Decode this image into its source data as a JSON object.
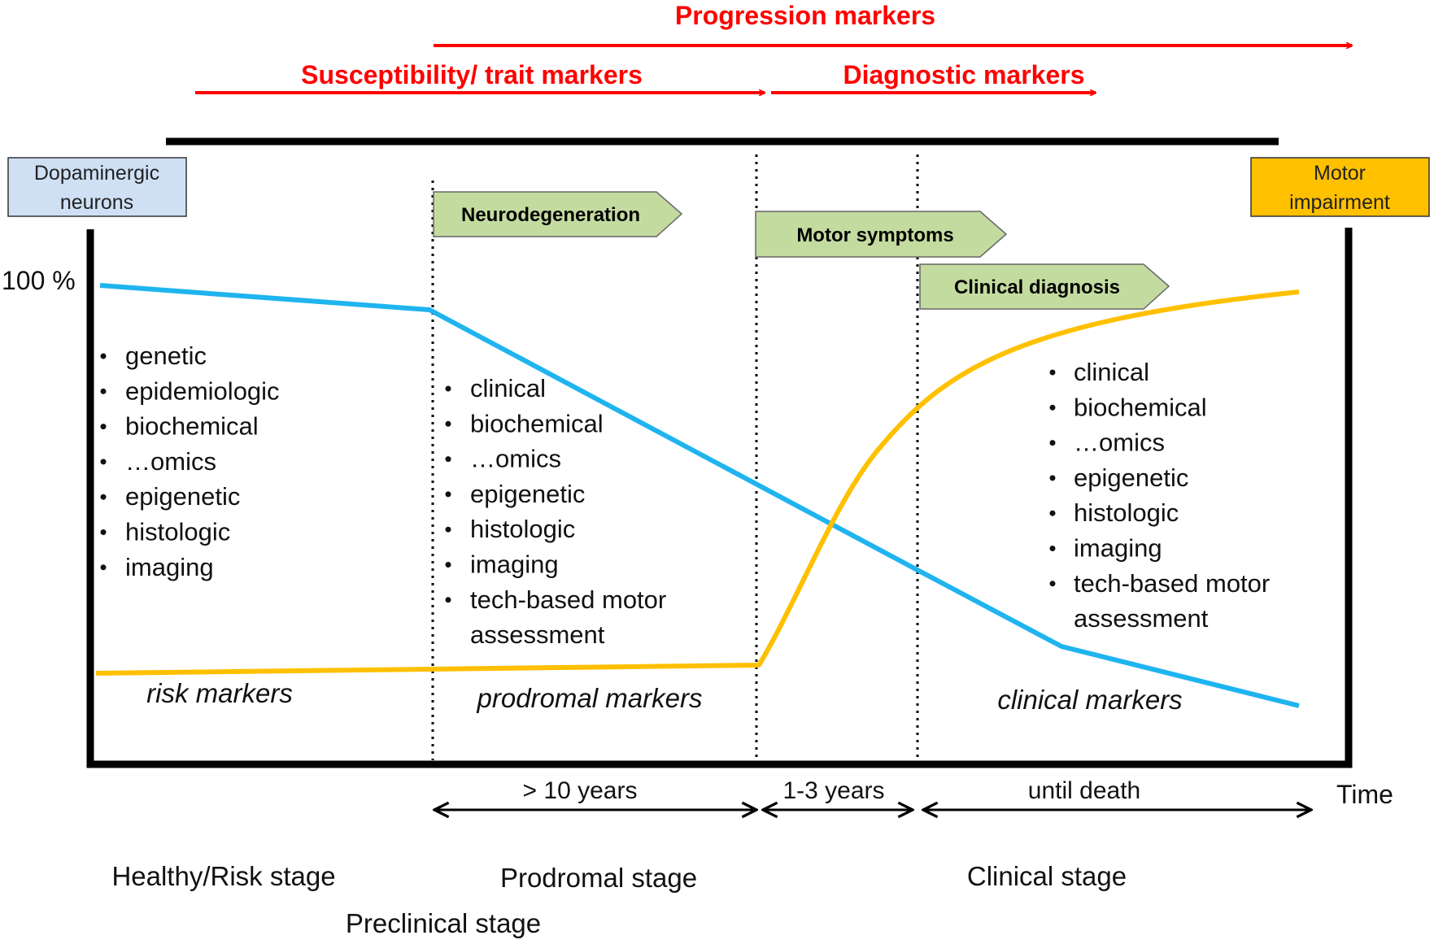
{
  "top_markers": {
    "progression": "Progression markers",
    "susceptibility": "Susceptibility/ trait markers",
    "diagnostic": "Diagnostic markers"
  },
  "boxes": {
    "dopaminergic_line1": "Dopaminergic",
    "dopaminergic_line2": "neurons",
    "motor_line1": "Motor",
    "motor_line2": "impairment"
  },
  "phases": {
    "neurodegeneration": "Neurodegeneration",
    "motor_symptoms": "Motor symptoms",
    "clinical_diagnosis": "Clinical diagnosis"
  },
  "axis": {
    "y_top_label": "100 %",
    "x_label": "Time"
  },
  "risk_list": [
    "genetic",
    "epidemiologic",
    "biochemical",
    "…omics",
    "epigenetic",
    "histologic",
    "imaging"
  ],
  "prodromal_list": [
    "clinical",
    "biochemical",
    "…omics",
    "epigenetic",
    "histologic",
    "imaging",
    "tech-based motor",
    "assessment"
  ],
  "clinical_list": [
    "clinical",
    "biochemical",
    "…omics",
    "epigenetic",
    "histologic",
    "imaging",
    "tech-based motor",
    "assessment"
  ],
  "marker_labels": {
    "risk": "risk markers",
    "prodromal": "prodromal markers",
    "clinical": "clinical markers"
  },
  "periods": {
    "prodromal": "> 10 years",
    "motor": "1-3 years",
    "clinical": "until death"
  },
  "stages": {
    "healthy": "Healthy/Risk stage",
    "preclinical": "Preclinical stage",
    "prodromal": "Prodromal stage",
    "clinical": "Clinical stage"
  },
  "colors": {
    "red": "#ff0000",
    "dopamine_curve": "#1fb4ef",
    "motor_curve": "#ffc000",
    "phase_fill": "#c4dba0",
    "box_blue": "#cfe0f5",
    "box_orange": "#ffc000"
  }
}
